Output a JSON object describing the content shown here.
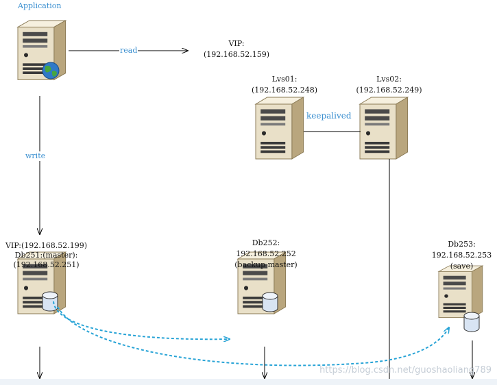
{
  "labels": {
    "application": "Application",
    "read": "read",
    "write": "write",
    "keepalived": "keepalived",
    "vip_read_1": "VIP:",
    "vip_read_2": "(192.168.52.159)",
    "lvs01_1": "Lvs01:",
    "lvs01_2": "(192.168.52.248)",
    "lvs02_1": "Lvs02:",
    "lvs02_2": "(192.168.52.249)",
    "db251_1": "VIP:(192.168.52.199)",
    "db251_2": "Db251:(master):",
    "db251_3": "(192.168.52.251)",
    "db252_1": "Db252:",
    "db252_2": "192.168.52.252",
    "db252_3": "(backup master)",
    "db253_1": "Db253:",
    "db253_2": "192.168.52.253",
    "db253_3": "(save)",
    "watermark": "https://blog.csdn.net/guoshaoliang789"
  },
  "colors": {
    "server_body": "#e9e0c8",
    "server_side": "#b9a67e",
    "server_top": "#f6f0df",
    "line": "#000000",
    "dashed": "#27a3d6",
    "label_blue": "#3a8fd0",
    "db_cylinder": "#d8e4f3"
  },
  "icons": [
    "server-icon",
    "globe-icon",
    "database-icon"
  ]
}
